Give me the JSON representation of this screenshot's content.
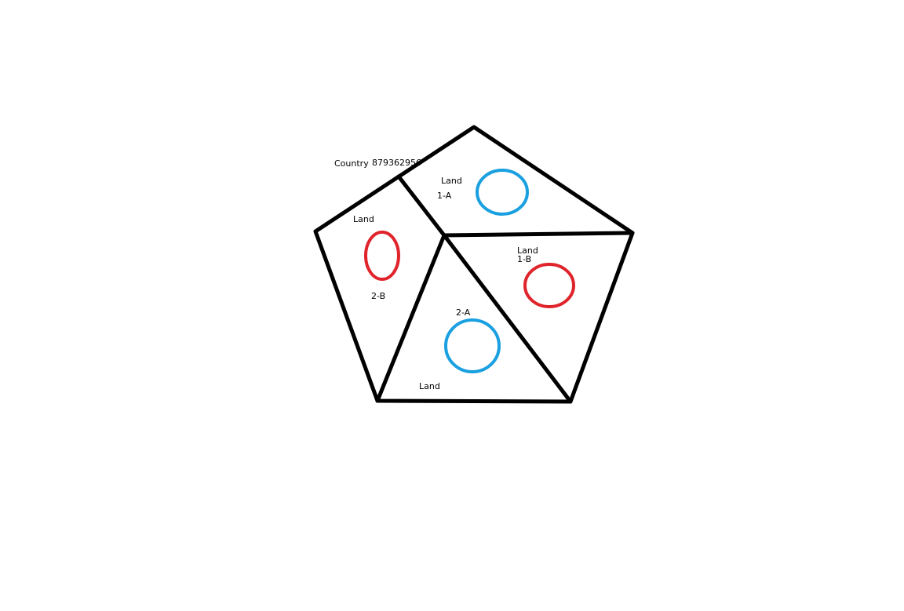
{
  "diagram": {
    "country": {
      "label": "Country",
      "id": "879362956"
    },
    "regions": [
      {
        "land_label": "Land",
        "code": "1-A",
        "marker_color": "#1aa0e0"
      },
      {
        "land_label": "Land",
        "code": "1-B",
        "marker_color": "#e0242c"
      },
      {
        "land_label": "Land",
        "code": "2-A",
        "marker_color": "#1aa0e0"
      },
      {
        "land_label": "Land",
        "code": "2-B",
        "marker_color": "#e0242c"
      }
    ]
  }
}
